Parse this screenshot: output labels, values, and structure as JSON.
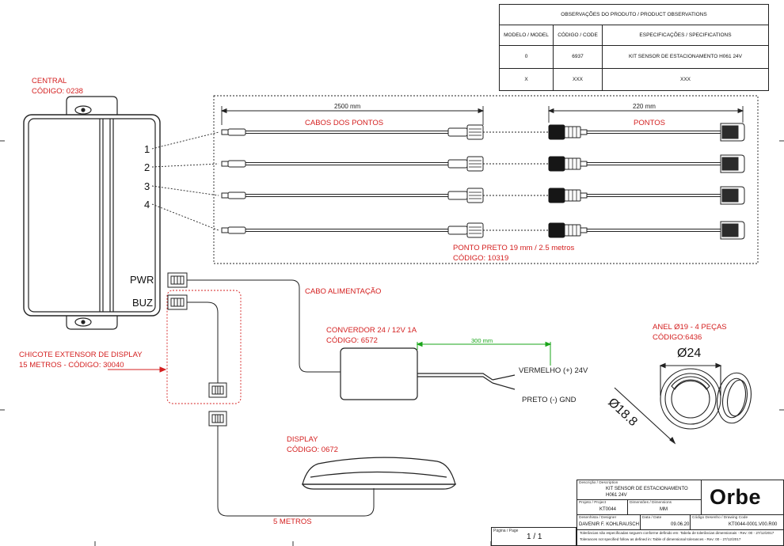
{
  "observations": {
    "header": "OBSERVAÇÕES DO PRODUTO / PRODUCT OBSERVATIONS",
    "columns": [
      "MODELO / MODEL",
      "CÓDIGO / CODE",
      "ESPECIFICAÇÕES / SPECIFICATIONS"
    ],
    "rows": [
      [
        "0",
        "6937",
        "KIT SENSOR DE ESTACIONAMENTO H061 24V"
      ],
      [
        "X",
        "XXX",
        "XXX"
      ]
    ]
  },
  "central": {
    "title": "CENTRAL",
    "code": "CÓDIGO: 0238"
  },
  "ports": [
    "1",
    "2",
    "3",
    "4"
  ],
  "port_pwr": "PWR",
  "port_buz": "BUZ",
  "dim_cables": "2500 mm",
  "dim_points": "220 mm",
  "dim_converter": "300 mm",
  "label_cables": "CABOS DOS PONTOS",
  "label_points": "PONTOS",
  "sensor": {
    "name": "PONTO PRETO 19 mm / 2.5 metros",
    "code": "CÓDIGO: 10319"
  },
  "power_cable": "CABO ALIMENTAÇÃO",
  "converter": {
    "name": "CONVERDOR 24 / 12V 1A",
    "code": "CÓDIGO: 6572"
  },
  "wire_red": "VERMELHO (+)  24V",
  "wire_black": "PRETO (-)  GND",
  "ring": {
    "name": "ANEL Ø19 - 4 PEÇAS",
    "code": "CÓDIGO:6436",
    "outer": "Ø24",
    "inner": "Ø18.8"
  },
  "harness": {
    "name": "CHICOTE EXTENSOR DE DISPLAY",
    "detail": "15 METROS - CÓDIGO: 30040"
  },
  "display": {
    "name": "DISPLAY",
    "code": "CÓDIGO: 0672"
  },
  "display_cable": "5 METROS",
  "title_block": {
    "desc_caption": "Descrição / Description",
    "desc_line1": "KIT SENSOR DE ESTACIONAMENTO",
    "desc_line2": "H061 24V",
    "project_caption": "Projeto / Project",
    "project": "KT0044",
    "dims_caption": "Dimensões / Dimensions",
    "dims": "MM",
    "designer_caption": "Desenhista / Designer",
    "designer": "DAVENIR F. KOHLRAUSCH",
    "date_caption": "Data / Date",
    "date": "09.06.20",
    "code_caption": "Código Desenho / Drawing Code",
    "code": "KT0044-0001.V00.R00",
    "tol1": "Tolerâncias não especificadas seguem conforme definido em: Tabela de tolerâncias dimensionais - Rev: 00 - 27/12/2017",
    "tol2": "Tolerances not specified follow as defined in: Table of dimensional tolerances - Rev: 00 - 27/12/2017",
    "page_caption": "Página / Page",
    "page": "1 / 1",
    "logo": "Orbe"
  }
}
